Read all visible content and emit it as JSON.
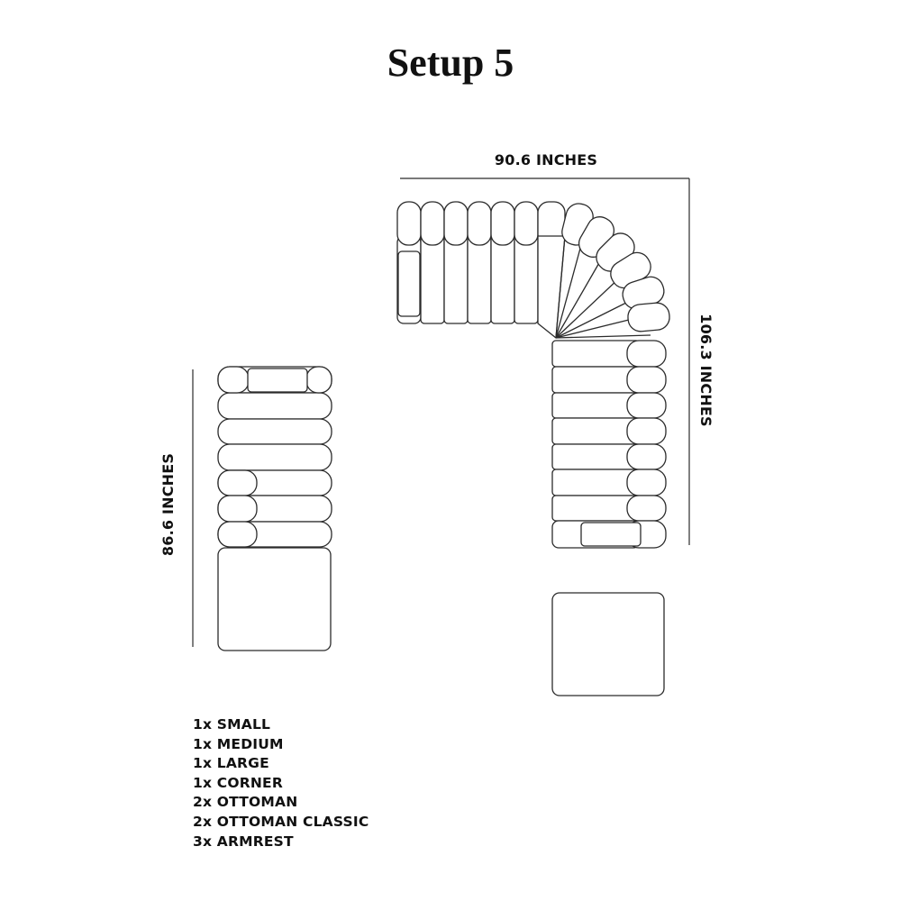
{
  "title": "Setup 5",
  "dimensions": {
    "top_width": "90.6 INCHES",
    "right_depth": "106.3 INCHES",
    "left_length": "86.6 INCHES"
  },
  "pieces": [
    "1x SMALL",
    "1x MEDIUM",
    "1x LARGE",
    "1x CORNER",
    "2x OTTOMAN",
    "2x OTTOMAN CLASSIC",
    "3x ARMREST"
  ],
  "colors": {
    "line": "#2b2b2b",
    "background": "#ffffff"
  }
}
